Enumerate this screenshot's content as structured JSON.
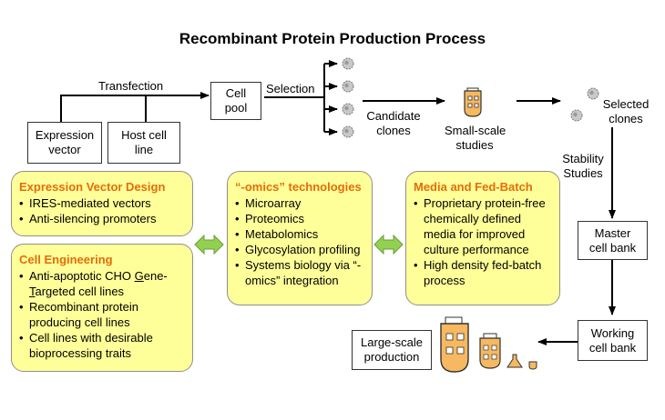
{
  "title": "Recombinant Protein Production Process",
  "flow": {
    "expression_vector": [
      "Expression",
      "vector"
    ],
    "host_cell_line": [
      "Host cell",
      "line"
    ],
    "transfection": "Transfection",
    "cell_pool": [
      "Cell",
      "pool"
    ],
    "selection": "Selection",
    "candidate_clones": [
      "Candidate",
      "clones"
    ],
    "small_scale_studies": [
      "Small-scale",
      "studies"
    ],
    "selected_clones": [
      "Selected",
      "clones"
    ],
    "stability_studies": [
      "Stability",
      "Studies"
    ],
    "master_cell_bank": [
      "Master",
      "cell bank"
    ],
    "working_cell_bank": [
      "Working",
      "cell bank"
    ],
    "large_scale_production": [
      "Large-scale",
      "production"
    ]
  },
  "panels": {
    "expression_vector_design": {
      "heading": "Expression Vector Design",
      "items": [
        "IRES-mediated vectors",
        "Anti-silencing promoters"
      ]
    },
    "cell_engineering": {
      "heading": "Cell Engineering",
      "item1_part1": "Anti-apoptotic CHO ",
      "item1_g": "G",
      "item1_part2": "ene-",
      "item1_t": "T",
      "item1_part3": "argeted cell lines",
      "items": [
        "Recombinant protein producing cell lines",
        "Cell lines with desirable bioprocessing traits"
      ]
    },
    "omics": {
      "heading": "“-omics” technologies",
      "items": [
        "Microarray",
        "Proteomics",
        "Metabolomics",
        "Glycosylation profiling",
        "Systems biology via “-omics” integration"
      ]
    },
    "media": {
      "heading": "Media and Fed-Batch",
      "items": [
        "Proprietary protein-free chemically defined media for improved culture performance",
        "High density fed-batch process"
      ]
    }
  },
  "colors": {
    "panel_fill": "#ffff99",
    "panel_heading": "#e46c0a",
    "double_arrow": "#92d050",
    "vessel_fill": "#f6b860"
  }
}
